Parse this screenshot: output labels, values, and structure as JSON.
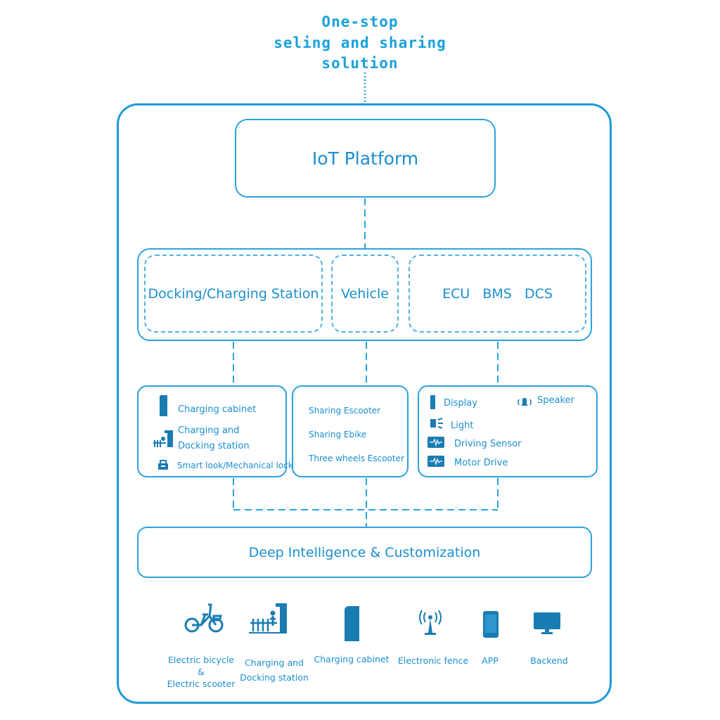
{
  "title": {
    "line1": "One-stop",
    "line2": "seling and sharing",
    "line3": "solution"
  },
  "platform": {
    "label": "IoT Platform"
  },
  "tiers": {
    "docking": "Docking/Charging Station",
    "vehicle": "Vehicle",
    "ecu": "ECU   BMS   DCS"
  },
  "left_panel": {
    "items": [
      {
        "label": "Charging cabinet"
      },
      {
        "label": "Charging and"
      },
      {
        "label": "Docking station"
      },
      {
        "label": "Smart look/Mechanical lock"
      }
    ]
  },
  "mid_panel": {
    "items": [
      {
        "label": "Sharing Escooter"
      },
      {
        "label": "Sharing Ebike"
      },
      {
        "label": "Three wheels Escooter"
      }
    ]
  },
  "right_panel": {
    "display": "Display",
    "speaker": "Speaker",
    "light": "Light",
    "driving_sensor": "Driving Sensor",
    "motor_drive": "Motor Drive"
  },
  "deep": {
    "label": "Deep Intelligence & Customization"
  },
  "bottom": {
    "items": [
      {
        "label": "Electric bicycle\n&\nElectric scooter",
        "icon": "bicycle-icon"
      },
      {
        "label": "Charging and\nDocking station",
        "icon": "docking-station-icon"
      },
      {
        "label": "Charging cabinet",
        "icon": "charging-cabinet-icon"
      },
      {
        "label": "Electronic fence",
        "icon": "antenna-icon"
      },
      {
        "label": "APP",
        "icon": "phone-icon"
      },
      {
        "label": "Backend",
        "icon": "monitor-icon"
      }
    ]
  },
  "colors": {
    "accent": "#1e9ad9",
    "text": "#1a8fd0",
    "icon": "#1a7cb3"
  }
}
